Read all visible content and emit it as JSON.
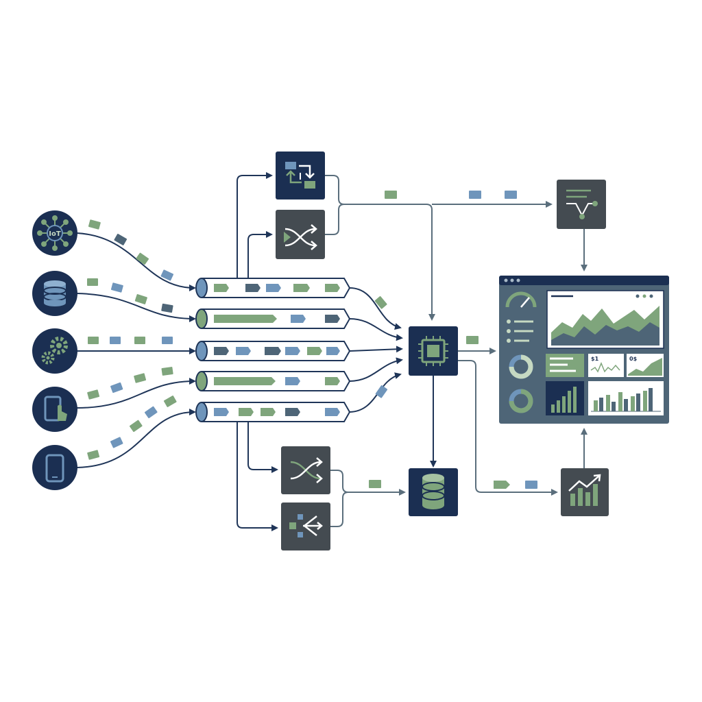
{
  "colors": {
    "navy": "#1b2f52",
    "slate": "#444b51",
    "green": "#7fa57c",
    "blue": "#6f95bb",
    "dark_slate": "#4e6577",
    "line_navy": "#1f3558",
    "line_gray": "#5a6e7c",
    "pale_green": "#c6d9c2"
  },
  "sources": [
    {
      "name": "iot-device",
      "icon": "iot-hub-icon",
      "label": "IoT"
    },
    {
      "name": "database",
      "icon": "database-icon"
    },
    {
      "name": "system-services",
      "icon": "gears-icon"
    },
    {
      "name": "tablet-app",
      "icon": "tablet-touch-icon"
    },
    {
      "name": "mobile-app",
      "icon": "smartphone-icon"
    }
  ],
  "processors": [
    {
      "name": "transform-processor",
      "icon": "transform-cycle-icon"
    },
    {
      "name": "shuffle-router",
      "icon": "shuffle-icon"
    },
    {
      "name": "shuffle-router-lower",
      "icon": "shuffle-icon"
    },
    {
      "name": "fan-out-router",
      "icon": "fan-out-icon"
    }
  ],
  "core": {
    "name": "stream-processor",
    "icon": "cpu-chip-icon"
  },
  "sinks": [
    {
      "name": "filter-stage",
      "icon": "filter-funnel-icon"
    },
    {
      "name": "data-store",
      "icon": "database-icon"
    },
    {
      "name": "analytics",
      "icon": "growth-chart-icon"
    }
  ],
  "dashboard": {
    "name": "monitoring-dashboard",
    "widget_labels": [
      "$1",
      "0$"
    ]
  }
}
